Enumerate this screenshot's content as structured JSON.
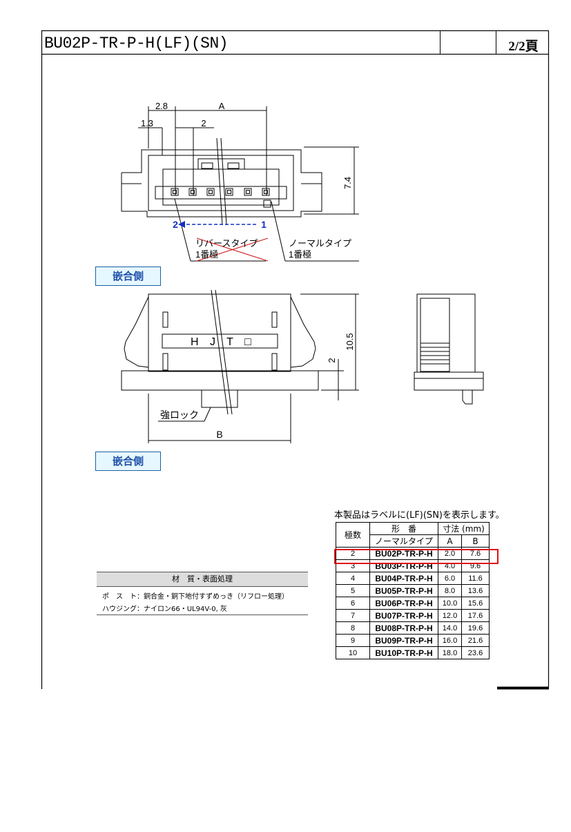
{
  "header": {
    "title": "BU02P-TR-P-H(LF)(SN)",
    "page": "2/2頁"
  },
  "drawing": {
    "dims": {
      "pitch_edge": "2.8",
      "edge": "1.3",
      "pitch": "2",
      "a": "A",
      "height": "7.4",
      "body_height": "10.5",
      "lock_height": "2",
      "b": "B"
    },
    "pin_first": "1",
    "pin_second": "2",
    "reverse_type": "リバースタイプ",
    "reverse_pin1": "1番極",
    "normal_type": "ノーマルタイプ",
    "normal_pin1": "1番極",
    "mark": "H J T □",
    "lock_label": "強ロック",
    "mating_tag_1": "嵌合側",
    "mating_tag_2": "嵌合側"
  },
  "table": {
    "caption": "本製品はラベルに(LF)(SN)を表示します。",
    "h_poles": "極数",
    "h_part": "形　番",
    "h_dims": "寸法 (mm)",
    "h_normal": "ノーマルタイプ",
    "h_a": "A",
    "h_b": "B",
    "rows": [
      {
        "n": "2",
        "part": "BU02P-TR-P-H",
        "a": "2.0",
        "b": "7.6"
      },
      {
        "n": "3",
        "part": "BU03P-TR-P-H",
        "a": "4.0",
        "b": "9.6"
      },
      {
        "n": "4",
        "part": "BU04P-TR-P-H",
        "a": "6.0",
        "b": "11.6"
      },
      {
        "n": "5",
        "part": "BU05P-TR-P-H",
        "a": "8.0",
        "b": "13.6"
      },
      {
        "n": "6",
        "part": "BU06P-TR-P-H",
        "a": "10.0",
        "b": "15.6"
      },
      {
        "n": "7",
        "part": "BU07P-TR-P-H",
        "a": "12.0",
        "b": "17.6"
      },
      {
        "n": "8",
        "part": "BU08P-TR-P-H",
        "a": "14.0",
        "b": "19.6"
      },
      {
        "n": "9",
        "part": "BU09P-TR-P-H",
        "a": "16.0",
        "b": "21.6"
      },
      {
        "n": "10",
        "part": "BU10P-TR-P-H",
        "a": "18.0",
        "b": "23.6"
      }
    ]
  },
  "material": {
    "heading": "材　質・表面処理",
    "post": "ポ　ス　ト：銅合金・銅下地付すずめっき（リフロー処理）",
    "housing": "ハウジング：ナイロン66・UL94V-0, 灰"
  },
  "colors": {
    "highlight": "#e01010",
    "tag_blue": "#1e4fa8",
    "tag_bg": "#e6f7ff"
  }
}
